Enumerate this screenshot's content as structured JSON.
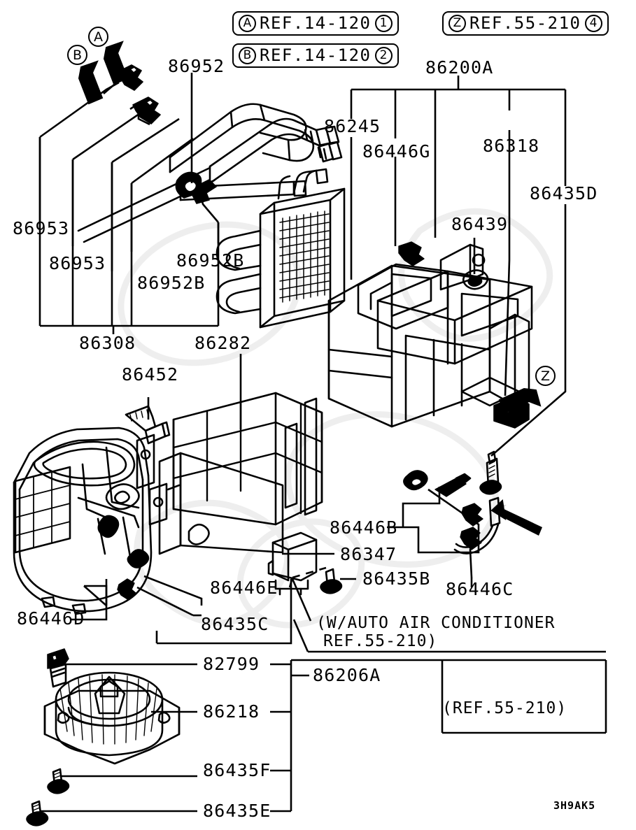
{
  "diagram": {
    "code": "3H9AK5",
    "title_refs": [
      {
        "marker": "A",
        "text": "REF.14-120",
        "num": "1"
      },
      {
        "marker": "B",
        "text": "REF.14-120",
        "num": "2"
      },
      {
        "marker": "Z",
        "text": "REF.55-210",
        "num": "4"
      }
    ],
    "callout_markers": [
      "A",
      "B",
      "Z"
    ],
    "notes": [
      {
        "id": "auto_ac",
        "line1": "(W/AUTO AIR CONDITIONER",
        "line2": "REF.55-210)"
      },
      {
        "id": "ref_bottom",
        "text": "(REF.55-210)"
      }
    ],
    "part_numbers": {
      "p86952_top": "86952",
      "p86953_a": "86953",
      "p86953_b": "86953",
      "p86952b_a": "86952B",
      "p86952b_b": "86952B",
      "p86308": "86308",
      "p86282": "86282",
      "p86452": "86452",
      "p86200a": "86200A",
      "p86245": "86245",
      "p86446g": "86446G",
      "p86318": "86318",
      "p86435d": "86435D",
      "p86439": "86439",
      "p86446b": "86446B",
      "p86347": "86347",
      "p86435b": "86435B",
      "p86446c": "86446C",
      "p86446d": "86446D",
      "p86435c": "86435C",
      "p86446e": "86446E",
      "p82799": "82799",
      "p86206a": "86206A",
      "p86218": "86218",
      "p86435f": "86435F",
      "p86435e": "86435E"
    }
  }
}
